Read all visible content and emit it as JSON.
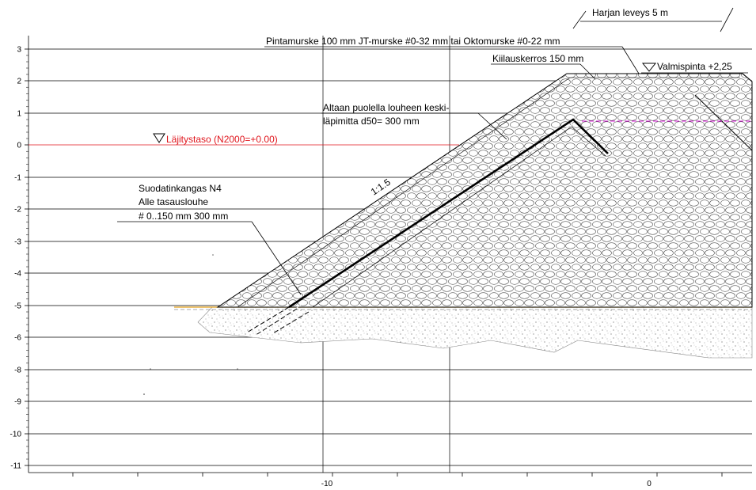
{
  "y_axis_labels": [
    "3",
    "2",
    "1",
    "0",
    "-1",
    "-2",
    "-3",
    "-4",
    "-5",
    "-6",
    "-8",
    "-9",
    "-10",
    "-11"
  ],
  "x_axis_labels": [
    "-10",
    "0"
  ],
  "annotations": {
    "crest_width": "Harjan leveys 5 m",
    "surface_layer": "Pintamurske 100 mm JT-murske #0-32 mm tai Oktomurske #0-22 mm",
    "wedge_layer": "Kiilauskerros 150 mm",
    "finished_level": "Valmispinta +2,25",
    "rockfill_line1": "Altaan puolella louheen keski-",
    "rockfill_line2": "läpimitta d50= 300 mm",
    "dump_level": "Läjitystaso (N2000=+0.00)",
    "slope": "1:1.5",
    "filter_line1": "Suodatinkangas N4",
    "filter_line2": "Alle tasauslouhe",
    "filter_line3": "# 0..150 mm 300 mm"
  },
  "colors": {
    "dump_level": "#e0151c",
    "foundation_line": "#e8a21a",
    "water_line": "#d81bd8",
    "lines": "#000000"
  }
}
